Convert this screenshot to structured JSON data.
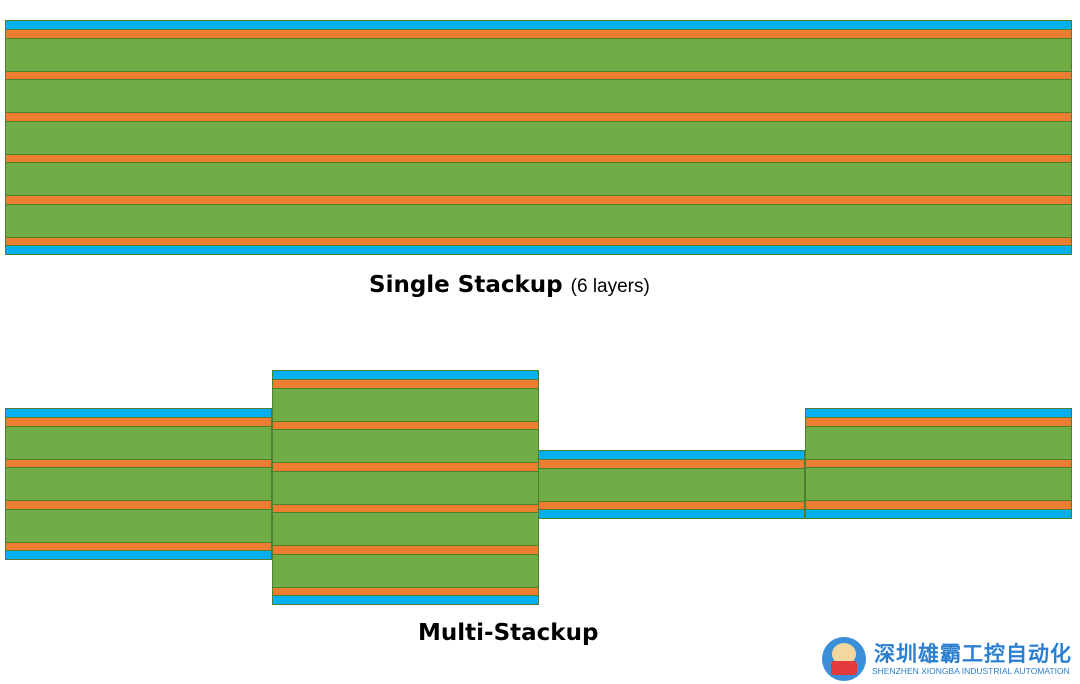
{
  "colors": {
    "dielectric": "#70ad47",
    "copper": "#ed7d31",
    "soldermask": "#00b0f0",
    "border": "#4f7f2e"
  },
  "single_stackup": {
    "title": "Single Stackup",
    "subtitle": "(6 layers)",
    "copper_layers": 6
  },
  "multi_stackup": {
    "title": "Multi-Stackup",
    "sections": [
      {
        "name": "section-1",
        "copper_layers": 4
      },
      {
        "name": "section-2",
        "copper_layers": 6
      },
      {
        "name": "section-3",
        "copper_layers": 2
      },
      {
        "name": "section-4",
        "copper_layers": 3
      }
    ]
  },
  "logo": {
    "name_cn": "深圳雄霸工控自动化",
    "name_en": "SHENZHEN XIONGBA INDUSTRIAL AUTOMATION"
  }
}
